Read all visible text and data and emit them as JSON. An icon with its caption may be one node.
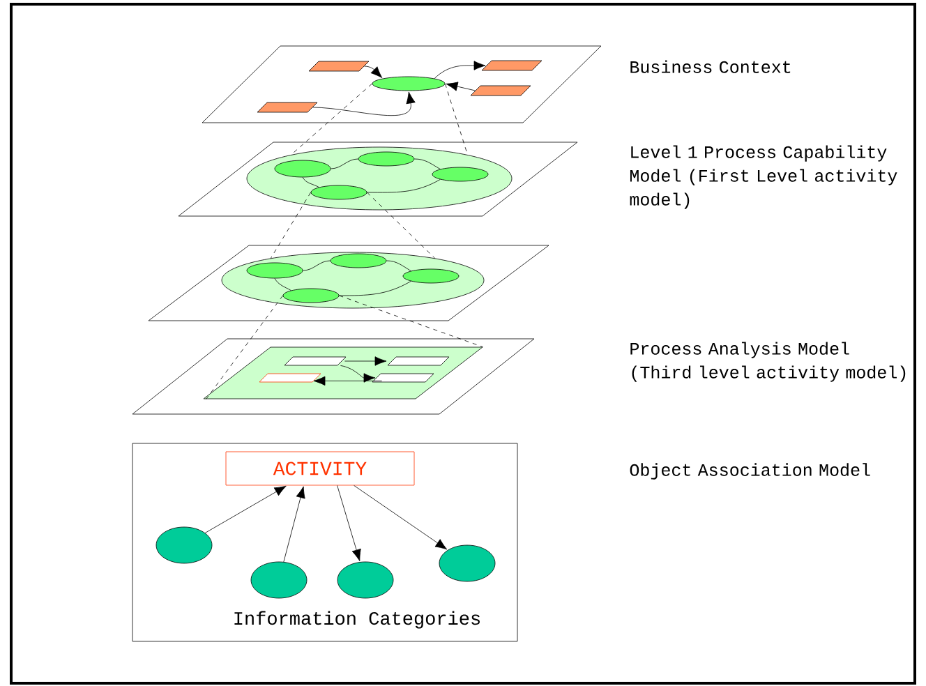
{
  "diagram": {
    "nodes": [
      {
        "text": [],
        "shape": "box"
      },
      {
        "text": [],
        "shape": "box",
        "in": 0
      },
      {
        "text": [],
        "shape": "box",
        "in": 0
      },
      {
        "text": [],
        "shape": "cloud",
        "in": 0
      },
      {
        "text": [],
        "shape": "box",
        "in": 0
      },
      {
        "text": [],
        "shape": "box",
        "in": 0
      },
      {
        "text": [],
        "shape": "box"
      },
      {
        "text": [],
        "shape": "cloud",
        "in": 6
      },
      {
        "text": [],
        "shape": "cloud",
        "in": 7
      },
      {
        "text": [],
        "shape": "cloud",
        "in": 7
      },
      {
        "text": [],
        "shape": "cloud",
        "in": 7
      },
      {
        "text": [],
        "shape": "cloud",
        "in": 7
      },
      {
        "text": [],
        "shape": "box"
      },
      {
        "text": [],
        "shape": "cloud",
        "in": 12
      },
      {
        "text": [],
        "shape": "cloud",
        "in": 13
      },
      {
        "text": [],
        "shape": "cloud",
        "in": 13
      },
      {
        "text": [],
        "shape": "cloud",
        "in": 13
      },
      {
        "text": [],
        "shape": "cloud",
        "in": 13
      },
      {
        "text": [],
        "shape": "box"
      },
      {
        "text": [],
        "shape": "box",
        "in": 18
      },
      {
        "text": [],
        "shape": "box",
        "in": 19
      },
      {
        "text": [],
        "shape": "box",
        "in": 19
      },
      {
        "text": [],
        "shape": "box",
        "in": 19
      },
      {
        "text": [],
        "shape": "box",
        "in": 19
      },
      {
        "text": [
          "Information Categories"
        ]
      },
      {
        "text": [
          "ACTIVITY"
        ],
        "in": 24
      },
      {
        "text": [],
        "shape": "circle",
        "in": 24
      },
      {
        "text": [],
        "shape": "circle",
        "in": 24
      },
      {
        "text": [],
        "shape": "circle",
        "in": 24
      },
      {
        "text": [],
        "shape": "circle",
        "in": 24
      }
    ],
    "edges": [
      {
        "from": 1,
        "to": 3,
        "arrow": "to"
      },
      {
        "from": 3,
        "to": 2,
        "arrow": "to"
      },
      {
        "from": 4,
        "to": 3,
        "arrow": "to"
      },
      {
        "from": 5,
        "to": 3,
        "arrow": "to"
      },
      {
        "from": 3,
        "to": 7,
        "arrow": "none",
        "style": "dashed"
      },
      {
        "from": 3,
        "to": 7,
        "arrow": "none",
        "style": "dashed"
      },
      {
        "from": 8,
        "to": 9,
        "arrow": "none"
      },
      {
        "from": 9,
        "to": 10,
        "arrow": "none"
      },
      {
        "from": 8,
        "to": 11,
        "arrow": "none"
      },
      {
        "from": 11,
        "to": 10,
        "arrow": "none"
      },
      {
        "from": 11,
        "to": 13,
        "arrow": "none",
        "style": "dashed"
      },
      {
        "from": 11,
        "to": 13,
        "arrow": "none",
        "style": "dashed"
      },
      {
        "from": 14,
        "to": 15,
        "arrow": "none"
      },
      {
        "from": 15,
        "to": 16,
        "arrow": "none"
      },
      {
        "from": 14,
        "to": 17,
        "arrow": "none"
      },
      {
        "from": 17,
        "to": 16,
        "arrow": "none"
      },
      {
        "from": 17,
        "to": 19,
        "arrow": "none",
        "style": "dashed"
      },
      {
        "from": 17,
        "to": 19,
        "arrow": "none",
        "style": "dashed"
      },
      {
        "from": 20,
        "to": 21,
        "arrow": "to"
      },
      {
        "from": 20,
        "to": 23,
        "arrow": "to"
      },
      {
        "from": 23,
        "to": 22,
        "arrow": "to"
      },
      {
        "from": 26,
        "to": 25,
        "arrow": "to"
      },
      {
        "from": 27,
        "to": 25,
        "arrow": "to"
      },
      {
        "from": 25,
        "to": 28,
        "arrow": "to"
      },
      {
        "from": 25,
        "to": 29,
        "arrow": "to"
      }
    ],
    "labels": [
      "Business Context",
      "Level 1 Process Capability Model (First Level activity model)",
      "Process Analysis Model (Third level activity model)",
      "Object Association Model"
    ]
  }
}
